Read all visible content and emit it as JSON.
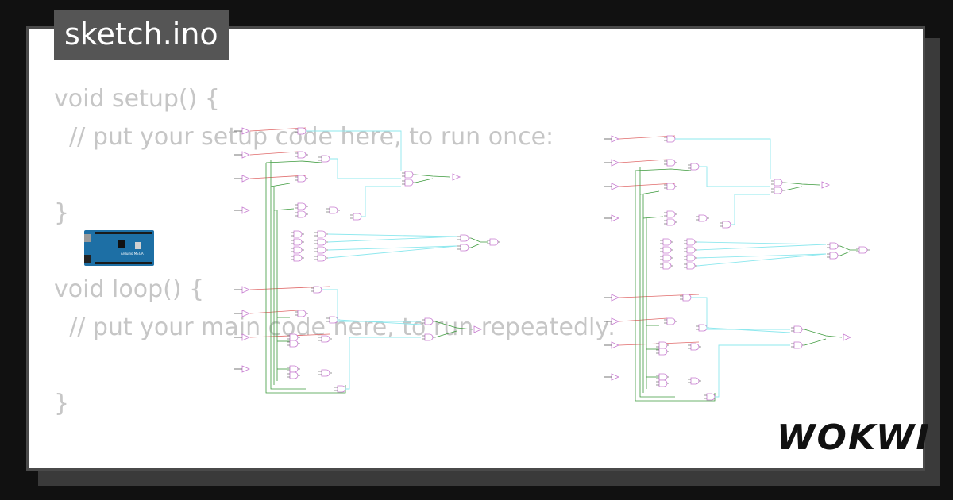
{
  "file_tab": {
    "title": "sketch.ino"
  },
  "code": {
    "lines": [
      "void setup() {",
      "  // put your setup code here, to run once:",
      "",
      "}",
      "",
      "void loop() {",
      "  // put your main code here, to run repeatedly:",
      "",
      "}"
    ]
  },
  "board": {
    "label": "Arduino MEGA"
  },
  "brand": {
    "name": "WOKWI"
  },
  "colors": {
    "background": "#111111",
    "card": "#ffffff",
    "tab": "#555555",
    "code_text": "#c6c6c6",
    "wire_cyan": "#8ee8ee",
    "wire_green": "#3c9a3c",
    "wire_red": "#e06a6a",
    "gate": "#c77bd0"
  }
}
